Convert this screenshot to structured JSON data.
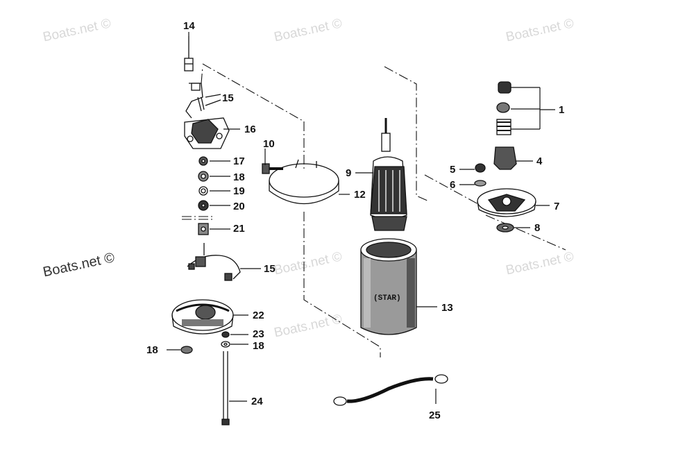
{
  "watermarks": [
    "Boats.net ©",
    "Boats.net ©",
    "Boats.net ©",
    "Boats.net ©",
    "Boats.net ©",
    "Boats.net ©",
    "Boats.net ©"
  ],
  "housing_text": "(STAR)",
  "callouts": [
    "14",
    "15",
    "16",
    "17",
    "18",
    "19",
    "20",
    "21",
    "15",
    "22",
    "23",
    "18",
    "18",
    "24",
    "10",
    "9",
    "12",
    "13",
    "25",
    "1",
    "4",
    "5",
    "6",
    "7",
    "8"
  ]
}
